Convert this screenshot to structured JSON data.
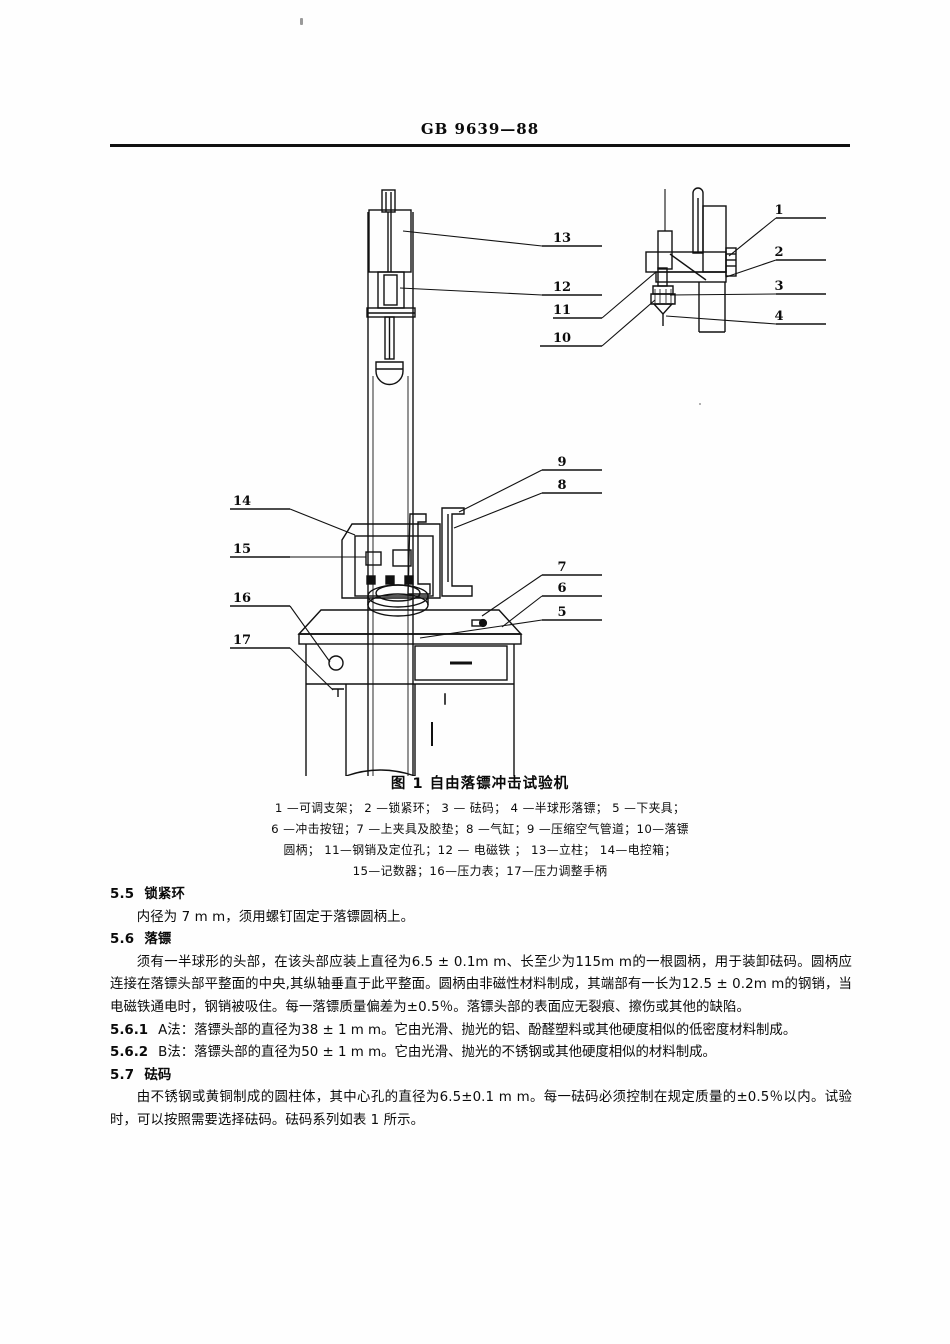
{
  "header": {
    "standard_number": "GB 9639—88"
  },
  "figure": {
    "caption": "图 1  自由落镖冲击试验机",
    "legend_lines": [
      "1 —可调支架；  2 —锁紧环；  3 — 砝码；  4 —半球形落镖；  5 —下夹具；",
      "6 —冲击按钮；7 —上夹具及胶垫；8 —气缸；9 —压缩空气管道；10—落镖",
      "圆柄；  11—钢销及定位孔；12 — 电磁铁 ；   13—立柱；     14—电控箱；",
      "15—记数器；16—压力表；17—压力调整手柄"
    ],
    "callouts": {
      "c1": "1",
      "c2": "2",
      "c3": "3",
      "c4": "4",
      "c5": "5",
      "c6": "6",
      "c7": "7",
      "c8": "8",
      "c9": "9",
      "c10": "10",
      "c11": "11",
      "c12": "12",
      "c13": "13",
      "c14": "14",
      "c15": "15",
      "c16": "16",
      "c17": "17"
    }
  },
  "sections": {
    "s55": {
      "number": "5.5",
      "title": "锁紧环",
      "body": "内径为 7 m m，须用螺钉固定于落镖圆柄上。"
    },
    "s56": {
      "number": "5.6",
      "title": "落镖",
      "body": "须有一半球形的头部，在该头部应装上直径为6.5 ± 0.1m m、长至少为115m m的一根圆柄，用于装卸砝码。圆柄应连接在落镖头部平整面的中央,其纵轴垂直于此平整面。圆柄由非磁性材料制成，其端部有一长为12.5 ± 0.2m m的钢销，当电磁铁通电时，钢销被吸住。每一落镖质量偏差为±0.5％。落镖头部的表面应无裂痕、擦伤或其他的缺陷。"
    },
    "s561": {
      "number": "5.6.1",
      "body": "A法：落镖头部的直径为38 ± 1 m m。它由光滑、抛光的铝、酚醛塑料或其他硬度相似的低密度材料制成。"
    },
    "s562": {
      "number": "5.6.2",
      "body": "B法：落镖头部的直径为50 ± 1 m m。它由光滑、抛光的不锈钢或其他硬度相似的材料制成。"
    },
    "s57": {
      "number": "5.7",
      "title": "砝码",
      "body": "由不锈钢或黄铜制成的圆柱体，其中心孔的直径为6.5±0.1 m m。每一砝码必须控制在规定质量的±0.5％以内。试验时，可以按照需要选择砝码。砝码系列如表 1 所示。"
    }
  }
}
